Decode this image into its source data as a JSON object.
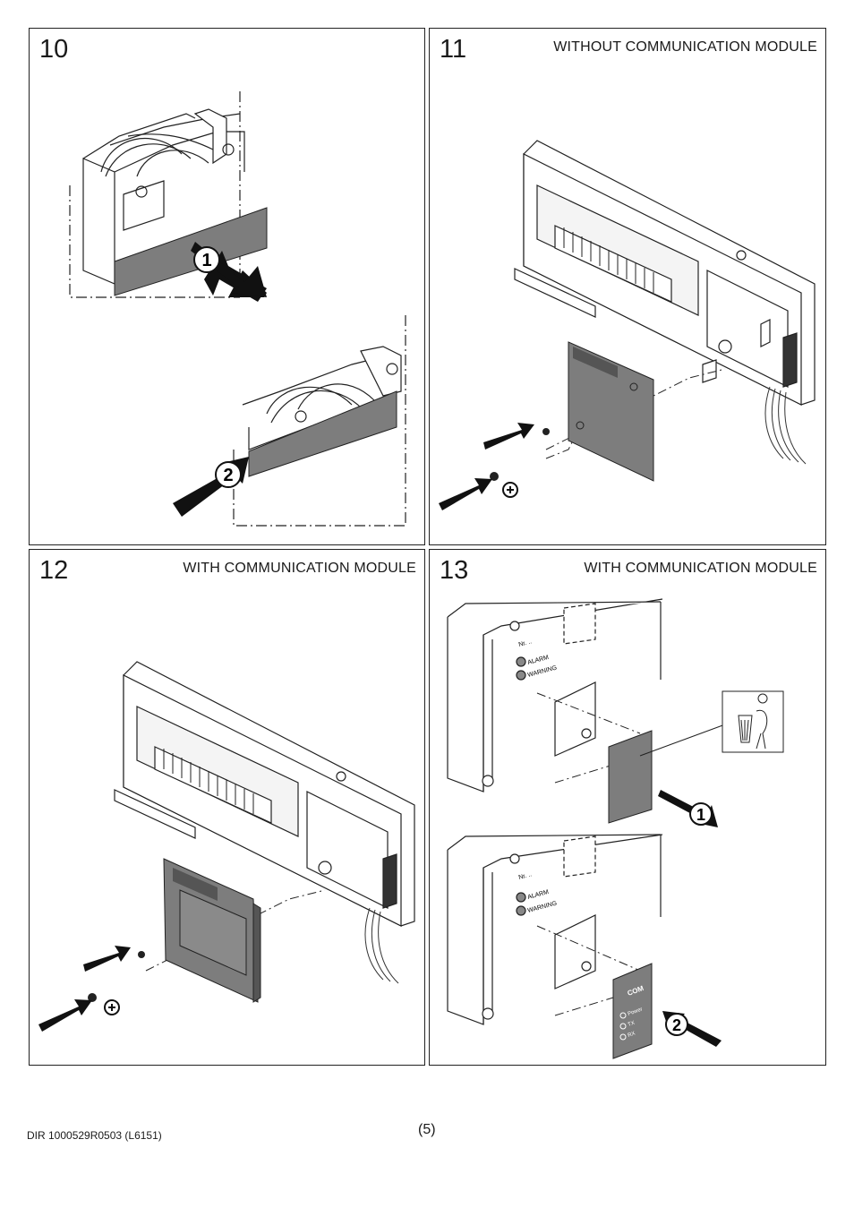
{
  "panels": [
    {
      "number": "10",
      "caption": ""
    },
    {
      "number": "11",
      "caption": "WITHOUT COMMUNICATION MODULE"
    },
    {
      "number": "12",
      "caption": "WITH COMMUNICATION MODULE"
    },
    {
      "number": "13",
      "caption": "WITH COMMUNICATION MODULE"
    }
  ],
  "callouts": {
    "step1": "1",
    "step2": "2"
  },
  "device_labels": {
    "nr": "Nr. ..",
    "alarm": "ALARM",
    "warning": "WARNING",
    "com": "COM",
    "power": "Power",
    "tx": "TX",
    "rx": "RX"
  },
  "footer": {
    "doc_id": "DIR 1000529R0503 (L6151)",
    "page": "(5)"
  },
  "colors": {
    "cover_gray": "#7d7d7d",
    "arrow": "#111111"
  }
}
